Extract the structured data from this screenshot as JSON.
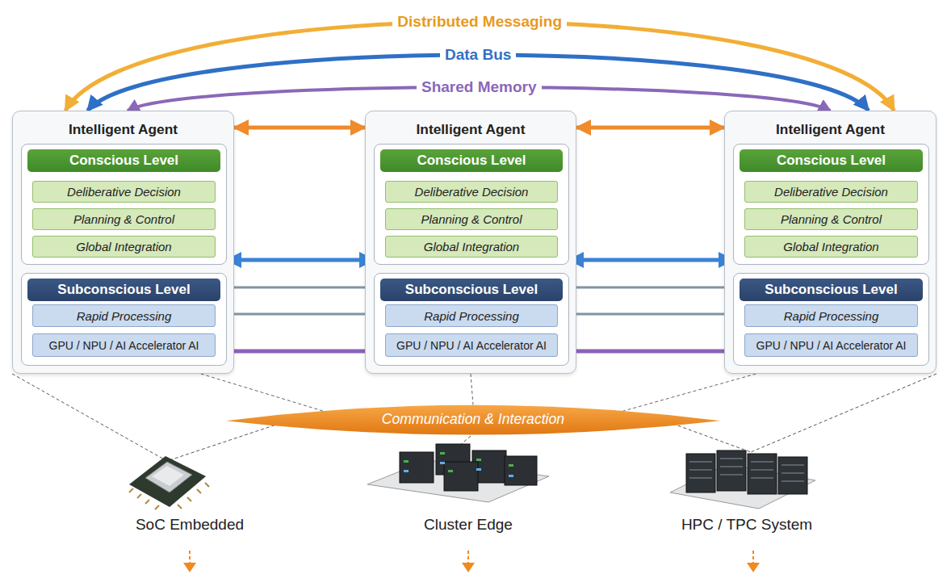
{
  "diagram": {
    "nodes": [
      {
        "text": [
          "Intelligent Agent"
        ]
      },
      {
        "text": [
          "Conscious Level"
        ],
        "in": 0
      },
      {
        "text": [
          "Deliberative Decision"
        ],
        "in": 1
      },
      {
        "text": [
          "Planning & Control"
        ],
        "in": 1
      },
      {
        "text": [
          "Global Integration"
        ],
        "in": 1
      },
      {
        "text": [
          "Subconscious Level"
        ],
        "in": 0
      },
      {
        "text": [
          "Rapid Processing"
        ],
        "in": 5
      },
      {
        "text": [
          "GPU / NPU / AI Accelerator AI"
        ],
        "in": 5
      },
      {
        "text": [
          "Intelligent Agent"
        ]
      },
      {
        "text": [
          "Conscious Level"
        ],
        "in": 8
      },
      {
        "text": [
          "Deliberative Decision"
        ],
        "in": 9
      },
      {
        "text": [
          "Planning & Control"
        ],
        "in": 9
      },
      {
        "text": [
          "Global Integration"
        ],
        "in": 9
      },
      {
        "text": [
          "Subconscious Level"
        ],
        "in": 8
      },
      {
        "text": [
          "Rapid Processing"
        ],
        "in": 13
      },
      {
        "text": [
          "GPU / NPU / AI Accelerator AI"
        ],
        "in": 13
      },
      {
        "text": [
          "Intelligent Agent"
        ]
      },
      {
        "text": [
          "Conscious Level"
        ],
        "in": 16
      },
      {
        "text": [
          "Deliberative Decision"
        ],
        "in": 17
      },
      {
        "text": [
          "Planning & Control"
        ],
        "in": 17
      },
      {
        "text": [
          "Global Integration"
        ],
        "in": 17
      },
      {
        "text": [
          "Subconscious Level"
        ],
        "in": 16
      },
      {
        "text": [
          "Rapid Processing"
        ],
        "in": 21
      },
      {
        "text": [
          "GPU / NPU / AI Accelerator AI"
        ],
        "in": 21
      },
      {
        "text": [
          "Communication & Interaction"
        ]
      }
    ],
    "edges": [
      {
        "from": 0,
        "to": 16,
        "label": "Distributed Messaging",
        "arrow": "both"
      },
      {
        "from": 0,
        "to": 16,
        "label": "Data Bus",
        "arrow": "both"
      },
      {
        "from": 0,
        "to": 16,
        "label": "Shared Memory",
        "arrow": "both"
      },
      {
        "from": 0,
        "to": 8,
        "arrow": "both"
      },
      {
        "from": 8,
        "to": 16,
        "arrow": "both"
      },
      {
        "from": 1,
        "to": 9,
        "arrow": "both"
      },
      {
        "from": 9,
        "to": 17,
        "arrow": "both"
      },
      {
        "from": 5,
        "to": 13,
        "arrow": "none"
      },
      {
        "from": 13,
        "to": 21,
        "arrow": "none"
      },
      {
        "from": 6,
        "to": 14,
        "arrow": "none"
      },
      {
        "from": 14,
        "to": 22,
        "arrow": "none"
      },
      {
        "from": 7,
        "to": 15,
        "arrow": "both"
      },
      {
        "from": 15,
        "to": 23,
        "arrow": "both"
      },
      {
        "from": 0,
        "to": 24,
        "arrow": "none"
      },
      {
        "from": 8,
        "to": 24,
        "arrow": "none"
      },
      {
        "from": 16,
        "to": 24,
        "arrow": "none"
      }
    ],
    "labels": [
      "SoC Embedded",
      "Cluster Edge",
      "HPC / TPC System"
    ]
  }
}
